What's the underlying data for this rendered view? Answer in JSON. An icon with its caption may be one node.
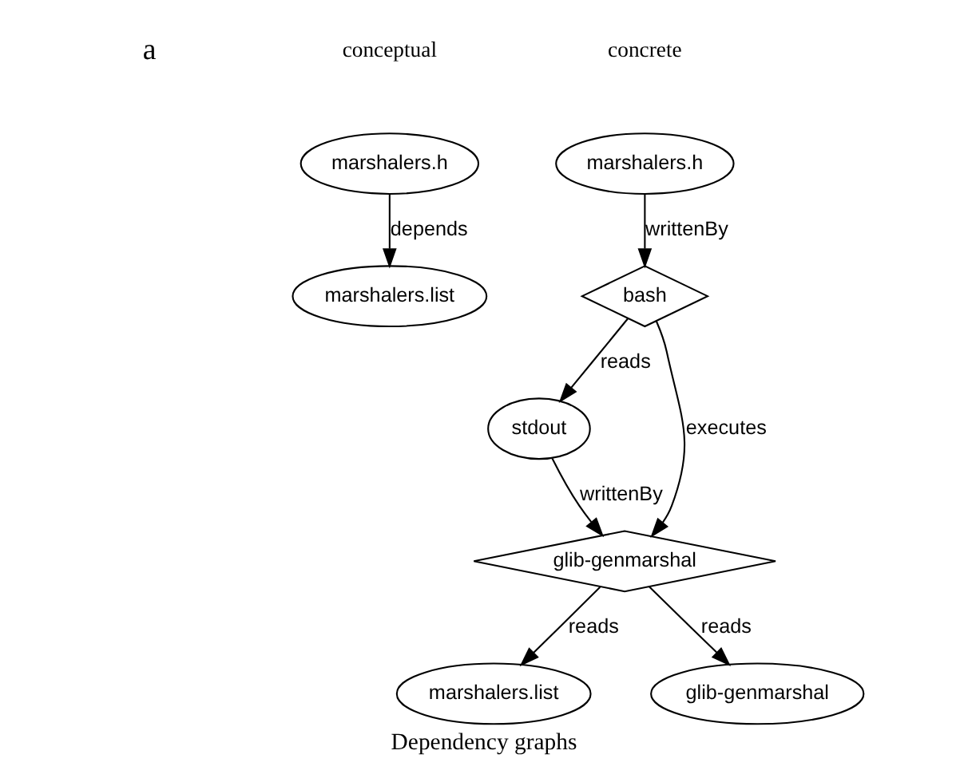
{
  "diagram": {
    "caption": "Dependency graphs",
    "nodes": [
      {
        "text": [
          "marshalers.h"
        ]
      },
      {
        "text": [
          "marshalers.list"
        ]
      },
      {
        "text": [
          "marshalers.h"
        ]
      },
      {
        "text": [
          "bash"
        ]
      },
      {
        "text": [
          "stdout"
        ]
      },
      {
        "text": [
          "glib-genmarshal"
        ]
      },
      {
        "text": [
          "marshalers.list"
        ]
      },
      {
        "text": [
          "glib-genmarshal"
        ]
      }
    ],
    "edges": [
      {
        "from": 0,
        "to": 1,
        "arrow": "to",
        "label": "depends"
      },
      {
        "from": 2,
        "to": 3,
        "arrow": "to",
        "label": "writtenBy"
      },
      {
        "from": 3,
        "to": 4,
        "arrow": "to",
        "label": "reads"
      },
      {
        "from": 3,
        "to": 5,
        "arrow": "to",
        "label": "executes"
      },
      {
        "from": 4,
        "to": 5,
        "arrow": "to",
        "label": "writtenBy"
      },
      {
        "from": 5,
        "to": 6,
        "arrow": "to",
        "label": "reads"
      },
      {
        "from": 5,
        "to": 7,
        "arrow": "to",
        "label": "reads"
      }
    ],
    "labels": [
      "a",
      "conceptual",
      "concrete"
    ]
  }
}
